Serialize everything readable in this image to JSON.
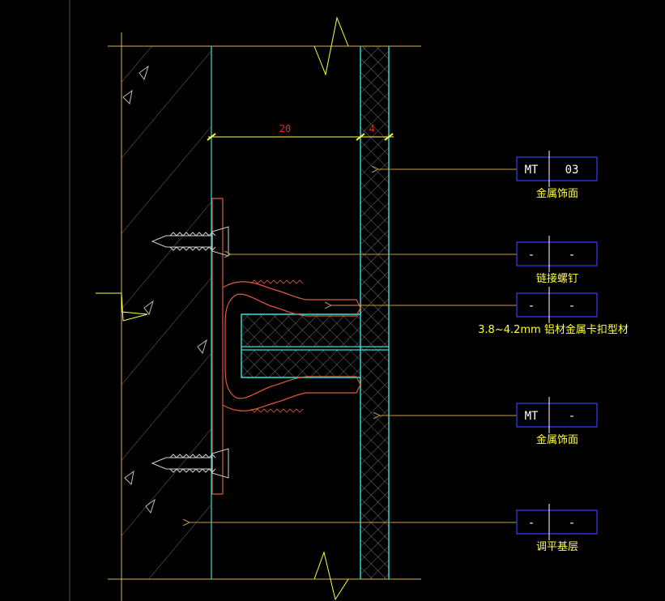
{
  "colors": {
    "background": "#000000",
    "wall": "#d9b15c",
    "panel": "#35e0de",
    "clip": "#e25a3c",
    "dimension": "#ffff40",
    "dimension_text": "#e22828",
    "tag_box": "#3a3aff",
    "tag_text": "#ffffff",
    "note_text": "#ffff40",
    "screw": "#cfcfcf",
    "leader": "#c69a4a"
  },
  "dimensions": [
    {
      "value": "20"
    },
    {
      "value": "4"
    }
  ],
  "tags": [
    {
      "code": "MT",
      "number": "03",
      "note": "金属饰面"
    },
    {
      "code": "-",
      "number": "-",
      "note": "链接螺钉"
    },
    {
      "code": "-",
      "number": "-",
      "note": "3.8~4.2mm 铝材金属卡扣型材"
    },
    {
      "code": "MT",
      "number": "-",
      "note": "金属饰面"
    },
    {
      "code": "-",
      "number": "-",
      "note": "调平基层"
    }
  ]
}
